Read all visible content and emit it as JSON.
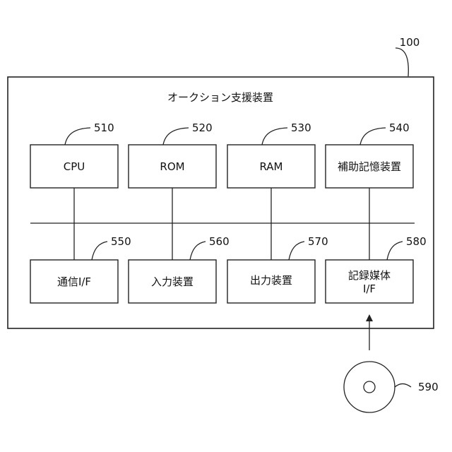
{
  "diagram": {
    "device_ref": "100",
    "title": "オークション支援装置",
    "top_components": [
      {
        "ref": "510",
        "label": "CPU"
      },
      {
        "ref": "520",
        "label": "ROM"
      },
      {
        "ref": "530",
        "label": "RAM"
      },
      {
        "ref": "540",
        "label": "補助記憶装置"
      }
    ],
    "bottom_components": [
      {
        "ref": "550",
        "label_lines": [
          "通信I/F"
        ]
      },
      {
        "ref": "560",
        "label_lines": [
          "入力装置"
        ]
      },
      {
        "ref": "570",
        "label_lines": [
          "出力装置"
        ]
      },
      {
        "ref": "580",
        "label_lines": [
          "記録媒体",
          "I/F"
        ]
      }
    ],
    "media_ref": "590"
  }
}
